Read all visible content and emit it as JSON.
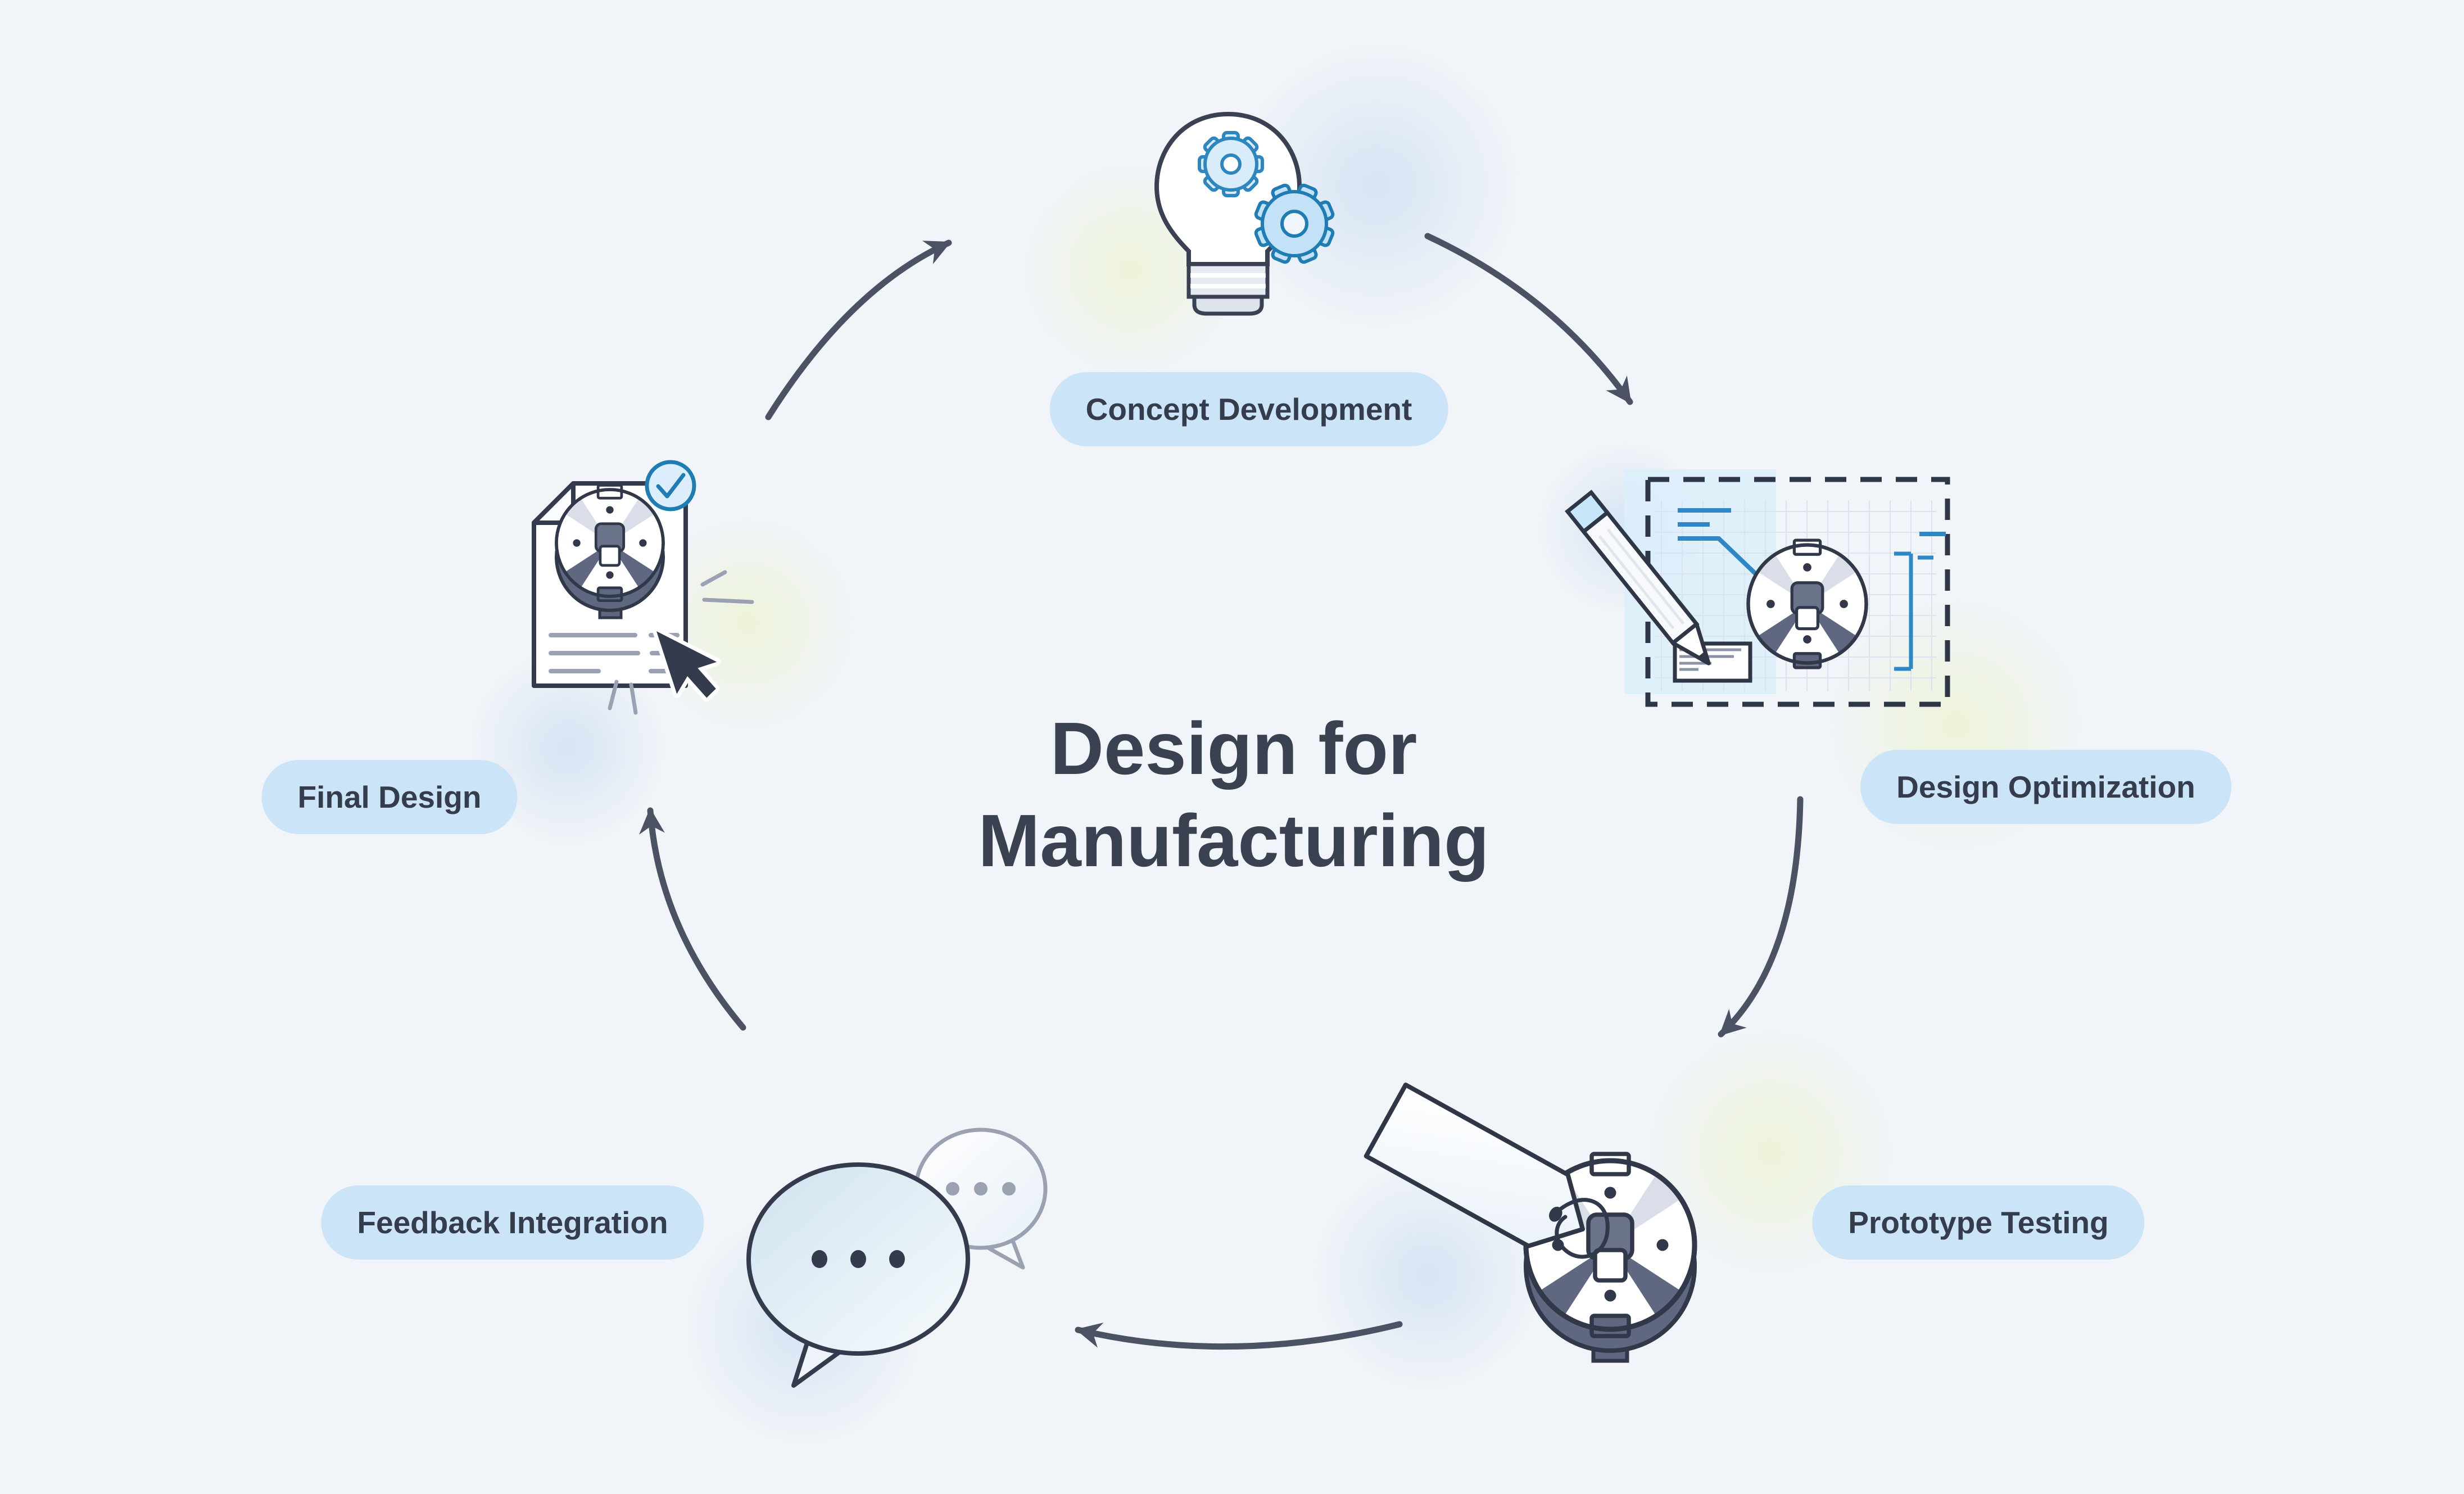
{
  "title": {
    "line1": "Design for",
    "line2": "Manufacturing"
  },
  "stages": [
    {
      "id": "concept",
      "label": "Concept Development",
      "icon": "lightbulb-gears-icon"
    },
    {
      "id": "optimization",
      "label": "Design Optimization",
      "icon": "blueprint-pencil-icon"
    },
    {
      "id": "prototype",
      "label": "Prototype Testing",
      "icon": "machined-part-tag-icon"
    },
    {
      "id": "feedback",
      "label": "Feedback Integration",
      "icon": "speech-bubbles-icon"
    },
    {
      "id": "final",
      "label": "Final Design",
      "icon": "approved-document-icon"
    }
  ],
  "colors": {
    "background": "#f1f4f8",
    "pill_background": "#cbe4f7",
    "text": "#353c4b",
    "arrow": "#4a5263",
    "accent_blue": "#2e86c1",
    "part_dark": "#5f6880",
    "glow_blue": "#d6e4f4",
    "glow_green": "#edf4d9"
  }
}
